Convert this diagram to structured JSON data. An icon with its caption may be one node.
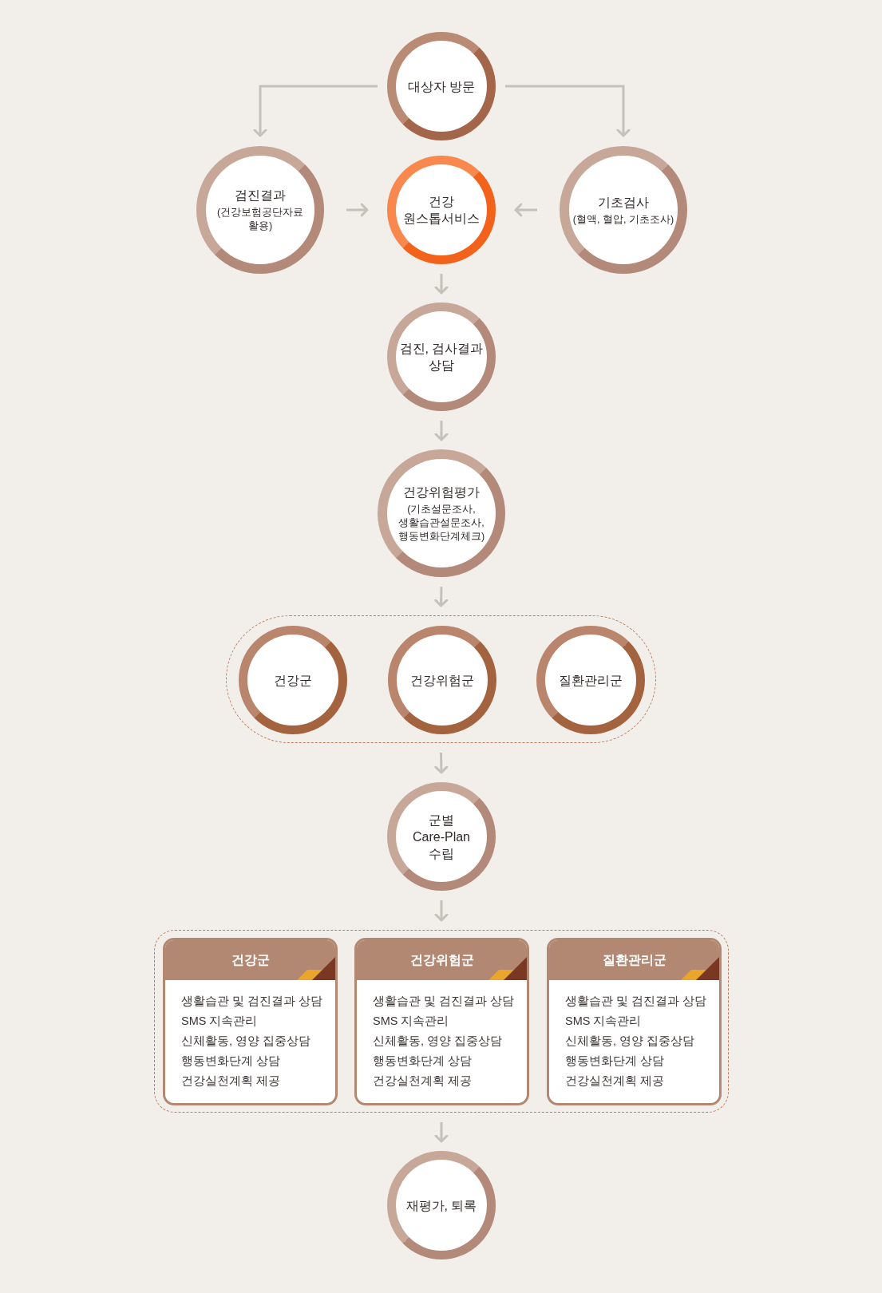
{
  "diagram": {
    "nodes": [
      {
        "text": [
          "대상자 방문"
        ]
      },
      {
        "text": [
          "검진결과",
          "(건강보험공단자료 활용)"
        ]
      },
      {
        "text": [
          "건강 원스톱서비스"
        ]
      },
      {
        "text": [
          "기초검사",
          "(혈액, 혈압, 기초조사)"
        ]
      },
      {
        "text": [
          "검진, 검사결과 상담"
        ]
      },
      {
        "text": [
          "건강위험평가",
          "(기초설문조사, 생활습관설문조사, 행동변화단계체크)"
        ]
      },
      {
        "text": [],
        "shape": "box"
      },
      {
        "text": [
          "건강군"
        ],
        "in": 6
      },
      {
        "text": [
          "건강위험군"
        ],
        "in": 6
      },
      {
        "text": [
          "질환관리군"
        ],
        "in": 6
      },
      {
        "text": [
          "군별 Care-Plan 수립"
        ]
      },
      {
        "text": [],
        "shape": "box"
      },
      {
        "text": [
          "건강군",
          "생활습관 및 검진결과 상담",
          "SMS 지속관리",
          "신체활동, 영양 집중상담",
          "행동변화단계 상담",
          "건강실천계획 제공"
        ],
        "in": 11
      },
      {
        "text": [
          "건강위험군",
          "생활습관 및 검진결과 상담",
          "SMS 지속관리",
          "신체활동, 영양 집중상담",
          "행동변화단계 상담",
          "건강실천계획 제공"
        ],
        "in": 11
      },
      {
        "text": [
          "질환관리군",
          "생활습관 및 검진결과 상담",
          "SMS 지속관리",
          "신체활동, 영양 집중상담",
          "행동변화단계 상담",
          "건강실천계획 제공"
        ],
        "in": 11
      },
      {
        "text": [
          "재평가, 퇴록"
        ]
      }
    ],
    "edges": [
      {
        "from": 0,
        "to": 1,
        "arrow": "to"
      },
      {
        "from": 0,
        "to": 3,
        "arrow": "to"
      },
      {
        "from": 1,
        "to": 2,
        "arrow": "to"
      },
      {
        "from": 3,
        "to": 2,
        "arrow": "to"
      },
      {
        "from": 2,
        "to": 4,
        "arrow": "to"
      },
      {
        "from": 4,
        "to": 5,
        "arrow": "to"
      },
      {
        "from": 5,
        "to": 6,
        "arrow": "to"
      },
      {
        "from": 6,
        "to": 10,
        "arrow": "to"
      },
      {
        "from": 10,
        "to": 11,
        "arrow": "to"
      },
      {
        "from": 11,
        "to": 15,
        "arrow": "to"
      }
    ]
  }
}
